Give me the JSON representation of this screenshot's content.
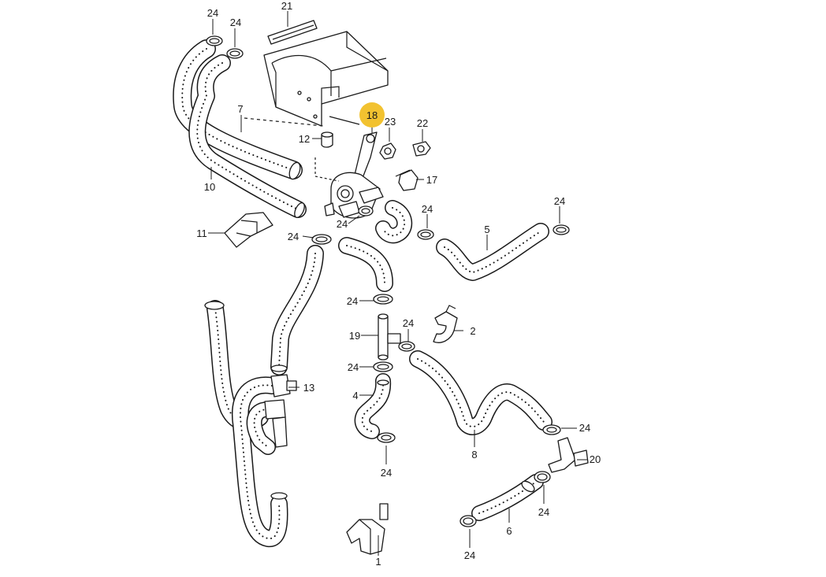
{
  "highlight": {
    "label": "18",
    "color": "#f2c230"
  },
  "callouts": {
    "c1": "1",
    "c2": "2",
    "c4": "4",
    "c5": "5",
    "c6": "6",
    "c7": "7",
    "c8": "8",
    "c10": "10",
    "c11": "11",
    "c12": "12",
    "c13": "13",
    "c17": "17",
    "c19": "19",
    "c20": "20",
    "c21": "21",
    "c22": "22",
    "c23": "23",
    "c24": "24"
  },
  "colors": {
    "line": "#1a1a1a",
    "background": "#ffffff",
    "highlight": "#f2c230"
  }
}
